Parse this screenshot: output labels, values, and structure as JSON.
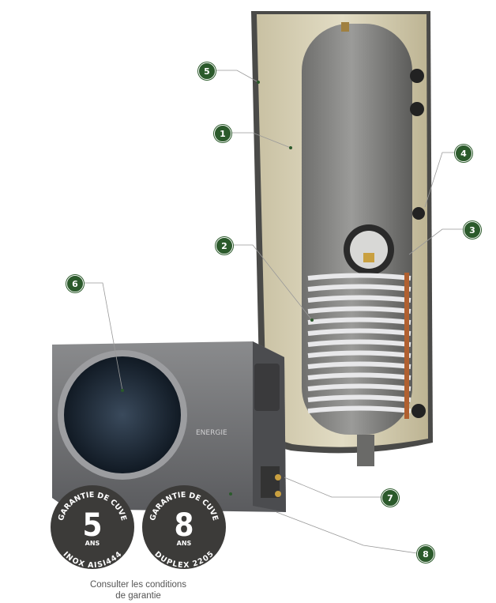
{
  "markers": [
    "1",
    "2",
    "3",
    "4",
    "5",
    "6",
    "7",
    "8"
  ],
  "tank_brand": "ENERGIE",
  "badges": [
    {
      "top": "GARANTIE DE CUVE",
      "number": "5",
      "unit": "ANS",
      "bottom": "INOX AISI444"
    },
    {
      "top": "GARANTIE DE CUVE",
      "number": "8",
      "unit": "ANS",
      "bottom": "DUPLEX 2205"
    }
  ],
  "caption_line1": "Consulter les conditions",
  "caption_line2": "de garantie",
  "colors": {
    "marker": "#2b5a2b",
    "badge": "#3c3b39",
    "insulation": "#d9d2b6",
    "tank": "#8a8a88"
  }
}
